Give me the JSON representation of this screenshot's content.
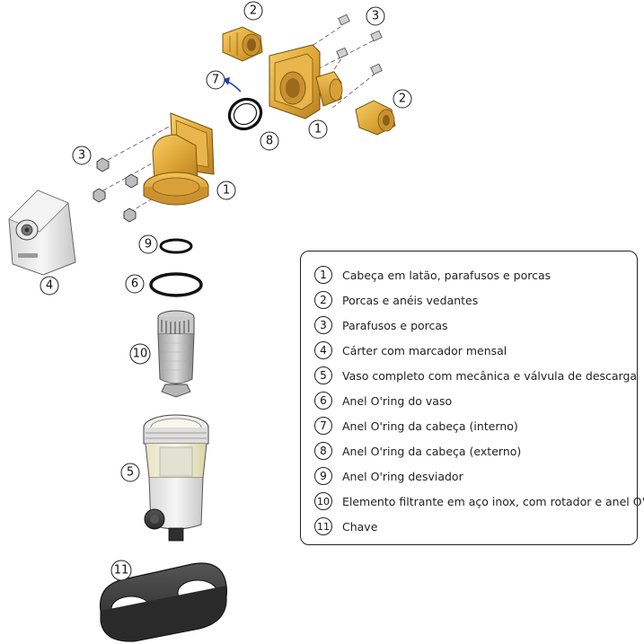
{
  "callouts": {
    "c1a": "1",
    "c1b": "1",
    "c2a": "2",
    "c2b": "2",
    "c3a": "3",
    "c3b": "3",
    "c4": "4",
    "c5": "5",
    "c6": "6",
    "c7": "7",
    "c8": "8",
    "c9": "9",
    "c10": "10",
    "c11": "11"
  },
  "legend": {
    "items": [
      {
        "num": "1",
        "text": "Cabeça em latão, parafusos e porcas"
      },
      {
        "num": "2",
        "text": "Porcas e anéis vedantes"
      },
      {
        "num": "3",
        "text": "Parafusos e porcas"
      },
      {
        "num": "4",
        "text": "Cárter com marcador mensal"
      },
      {
        "num": "5",
        "text": "Vaso completo com mecânica e válvula de descarga"
      },
      {
        "num": "6",
        "text": "Anel O'ring do vaso"
      },
      {
        "num": "7",
        "text": "Anel O'ring da cabeça (interno)"
      },
      {
        "num": "8",
        "text": "Anel O'ring da cabeça (externo)"
      },
      {
        "num": "9",
        "text": "Anel O'ring desviador"
      },
      {
        "num": "10",
        "text": "Elemento filtrante em aço inox, com rotador e anel O'ring"
      },
      {
        "num": "11",
        "text": "Chave"
      }
    ]
  },
  "colors": {
    "brass": "#e0a93a",
    "brass_dark": "#b8801f",
    "plastic_white": "#eeeeee",
    "plastic_dark": "#3a3a3a",
    "arrow_blue": "#1f3fbf"
  }
}
